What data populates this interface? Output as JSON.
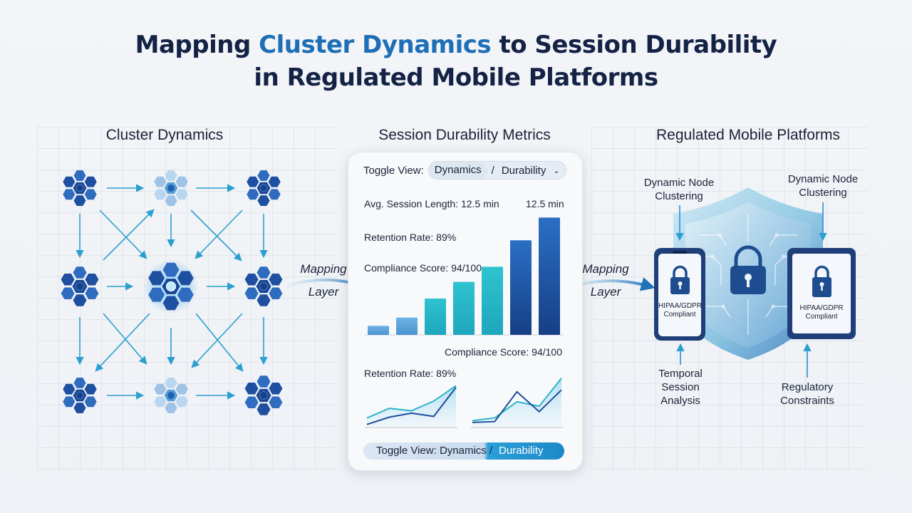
{
  "title": {
    "part1": "Mapping ",
    "highlight": "Cluster Dynamics",
    "part2": " to Session Durability",
    "line2": "in Regulated Mobile Platforms"
  },
  "sections": {
    "left": "Cluster Dynamics",
    "middle": "Session Durability Metrics",
    "right": "Regulated Mobile Platforms"
  },
  "toggle_top": {
    "label": "Toggle View:",
    "option1": "Dynamics",
    "separator": "/",
    "option2": "Durability",
    "chevron": "⌄"
  },
  "metrics": {
    "avg_session": "Avg. Session Length: 12.5 min",
    "avg_value": "12.5 min",
    "retention": "Retention Rate: 89%",
    "compliance": "Compliance Score: 94/100",
    "compliance_lower": "Compliance Score: 94/100",
    "retention_lower": "Retention Rate: 89%"
  },
  "toggle_bottom": {
    "left": "Toggle View: Dynamics /",
    "right": "Durability"
  },
  "mapping": {
    "left_line1": "Mapping",
    "left_line2": "Layer",
    "right_line1": "Mapping",
    "right_line2": "Layer"
  },
  "annotations": {
    "top_left": [
      "Dynamic Node",
      "Clustering"
    ],
    "top_right": [
      "Dynamic Node",
      "Clustering"
    ],
    "bottom_left": [
      "Temporal",
      "Session",
      "Analysis"
    ],
    "bottom_right": [
      "Regulatory",
      "Constraints"
    ]
  },
  "devices": {
    "phone_label": [
      "HIPAA/GDPR",
      "Compliant"
    ],
    "tablet_label": [
      "HIPAA/GDPR",
      "Compliant"
    ]
  },
  "icons": [
    "lock-icon",
    "shield-icon",
    "phone-icon",
    "tablet-icon",
    "hexagon-cluster-icon",
    "arrow-icon",
    "chevron-down-icon"
  ],
  "colors": {
    "title": "#142345",
    "highlight": "#1f6fb6",
    "hex_dark": "#1f4fa0",
    "hex_light": "#9fc3e6",
    "arrow": "#2b9fd0",
    "bar_teal": "#27b8c6",
    "bar_blue": "#1d4f9e"
  },
  "chart_data": [
    {
      "type": "bar",
      "categories": [
        "",
        "",
        "",
        "",
        "",
        "",
        ""
      ],
      "values": [
        1.2,
        2.3,
        4.8,
        7.0,
        9.0,
        12.5,
        15.5
      ],
      "ylim": [
        0,
        16
      ]
    },
    {
      "type": "line",
      "x": [
        0,
        1,
        2,
        3,
        4
      ],
      "series": [
        {
          "values": [
            1.0,
            2.2,
            1.9,
            3.1,
            5.0
          ]
        },
        {
          "values": [
            0.2,
            1.1,
            1.6,
            1.2,
            4.8
          ]
        }
      ],
      "ylim": [
        0,
        6
      ]
    },
    {
      "type": "line",
      "x": [
        0,
        1,
        2,
        3,
        4
      ],
      "series": [
        {
          "values": [
            0.6,
            0.9,
            2.7,
            2.2,
            5.3
          ]
        },
        {
          "values": [
            0.4,
            0.5,
            3.8,
            1.6,
            4.0
          ]
        }
      ],
      "ylim": [
        0,
        6
      ]
    }
  ]
}
